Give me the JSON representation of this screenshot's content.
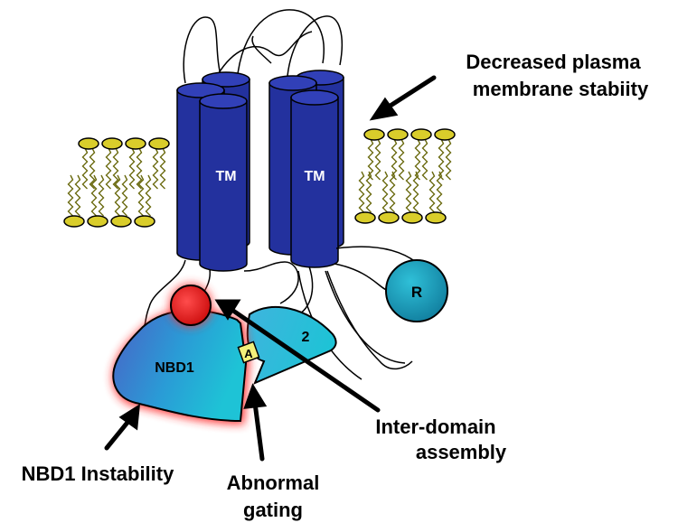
{
  "labels": {
    "tm_left": "TM",
    "tm_right": "TM",
    "r_domain": "R",
    "nbd1": "NBD1",
    "nbd2": "2",
    "a_marker": "A",
    "stability_line1": "Decreased plasma",
    "stability_line2": "membrane stabiity",
    "interdomain_line1": "Inter-domain",
    "interdomain_line2": "assembly",
    "nbd1_instability": "NBD1 Instability",
    "gating_line1": "Abnormal",
    "gating_line2": "gating"
  },
  "colors": {
    "tm_cylinder": "#23319e",
    "tm_cylinder_top": "#3140b8",
    "nbd_gradient_start": "#4a62c6",
    "nbd_gradient_end": "#1ec3d6",
    "r_domain": "#1a9fbc",
    "lipid_head": "#d9cd2b",
    "lipid_tail": "#6b6b10",
    "mutation_dot": "#e81818",
    "a_marker": "#f3f07a",
    "instability_glow": "#ff2a2a"
  }
}
